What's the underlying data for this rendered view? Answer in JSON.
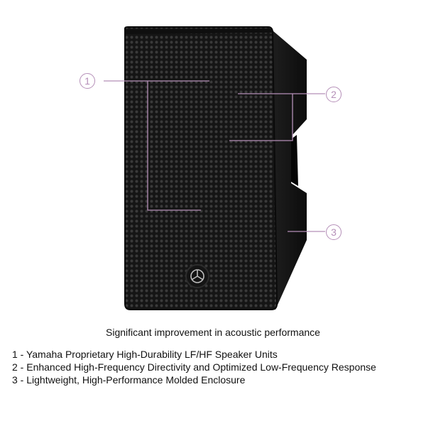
{
  "figure": {
    "callout_color": "#b58fb8",
    "speaker_color": "#1a1a1a",
    "callouts": [
      {
        "number": "1"
      },
      {
        "number": "2"
      },
      {
        "number": "3"
      }
    ]
  },
  "caption": "Significant improvement in acoustic performance",
  "features": [
    "1 - Yamaha Proprietary High-Durability LF/HF Speaker Units",
    "2 - Enhanced High-Frequency Directivity and Optimized Low-Frequency Response",
    "3 - Lightweight, High-Performance Molded Enclosure"
  ]
}
